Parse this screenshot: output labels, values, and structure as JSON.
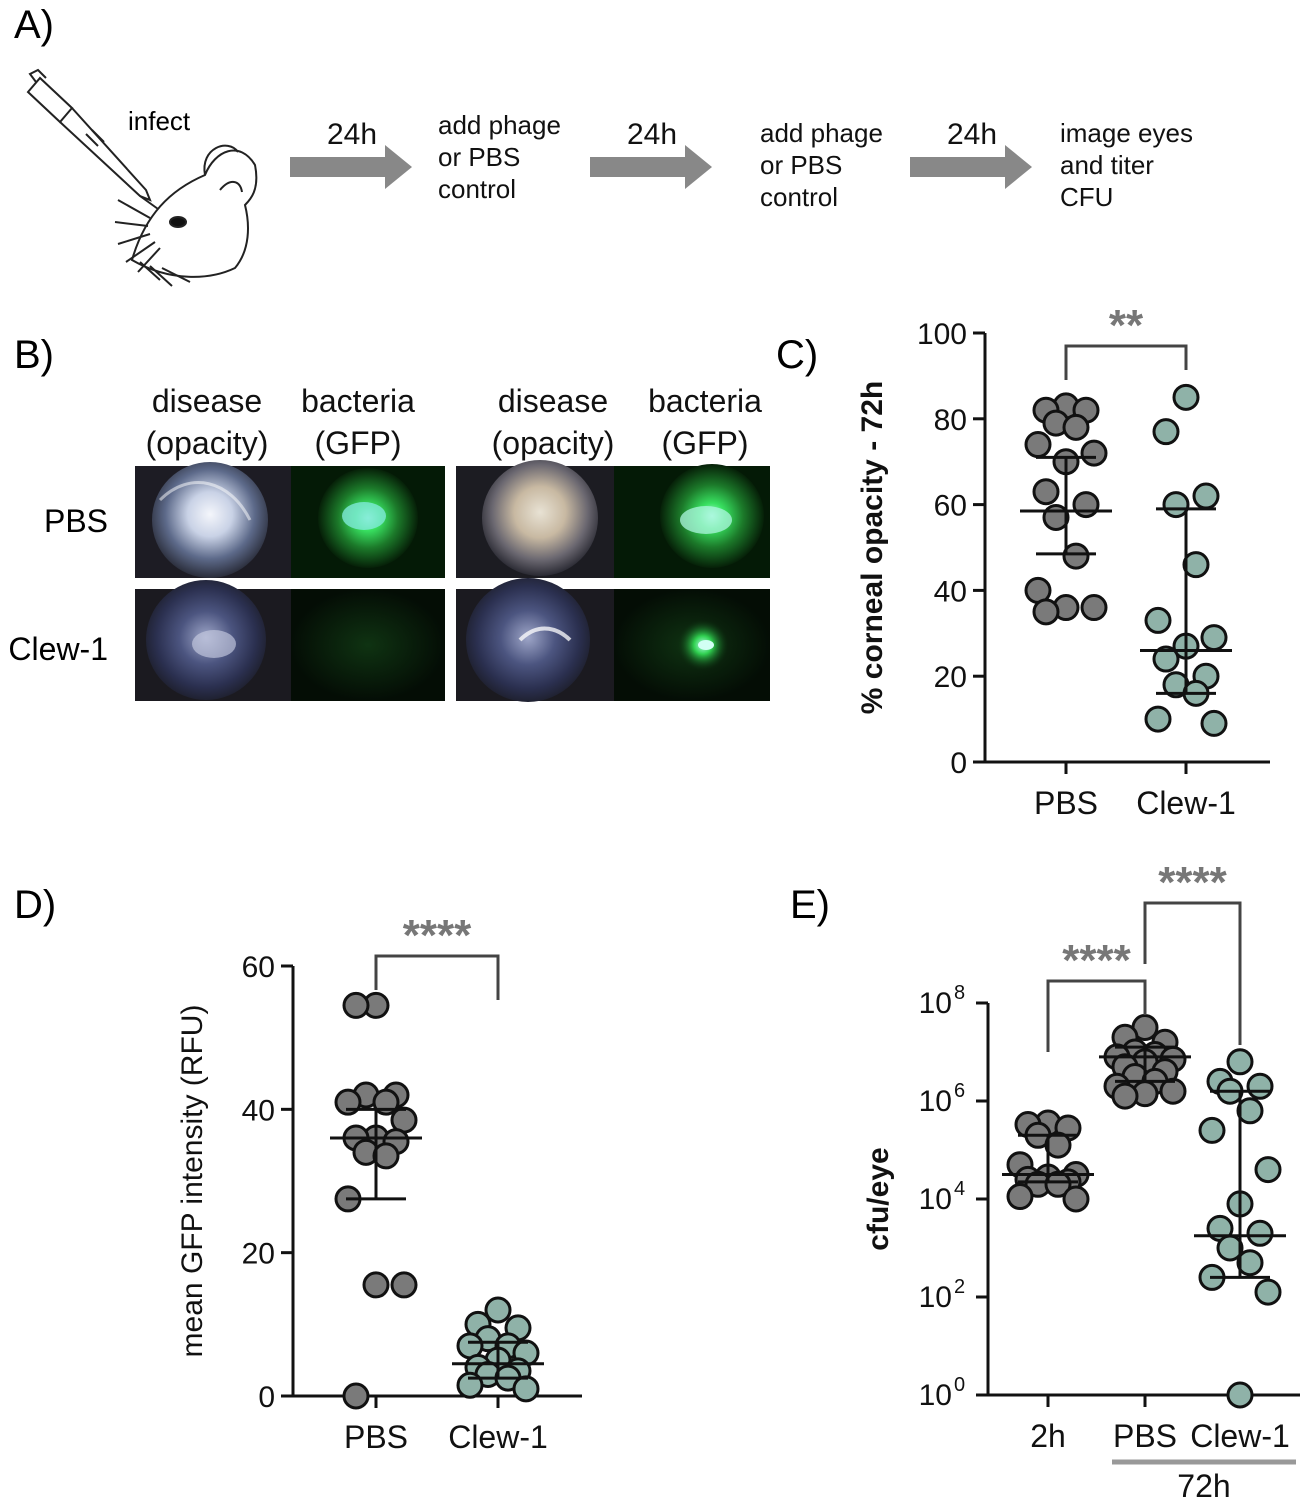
{
  "colors": {
    "pbs_fill": "#7a7a7a",
    "clew_fill": "#8fb2a8",
    "arrow": "#888888",
    "sig": "#777777",
    "axis": "#111111"
  },
  "panelA": {
    "label": "A)",
    "infect": "infect",
    "steps": [
      {
        "arrow": "24h",
        "text": [
          "add phage",
          "or PBS",
          "control"
        ]
      },
      {
        "arrow": "24h",
        "text": [
          "add phage",
          "or PBS",
          "control"
        ]
      },
      {
        "arrow": "24h",
        "text": [
          "image eyes",
          "and titer",
          "CFU"
        ]
      }
    ]
  },
  "panelB": {
    "label": "B)",
    "columns": [
      [
        "disease",
        "(opacity)"
      ],
      [
        "bacteria",
        "(GFP)"
      ],
      [
        "disease",
        "(opacity)"
      ],
      [
        "bacteria",
        "(GFP)"
      ]
    ],
    "rows": [
      "PBS",
      "Clew-1"
    ]
  },
  "chart_data": [
    {
      "panel": "C)",
      "type": "scatter",
      "ylabel": "% corneal opacity - 72h",
      "ylim": [
        0,
        100
      ],
      "yticks": [
        "0",
        "20",
        "40",
        "60",
        "80",
        "100"
      ],
      "categories": [
        "PBS",
        "Clew-1"
      ],
      "series": [
        {
          "category": "PBS",
          "values": [
            83,
            82,
            82,
            79,
            78,
            74,
            72,
            70,
            63,
            60,
            57,
            48,
            40,
            36,
            36,
            35
          ],
          "median": 58.5,
          "q1": 48.5,
          "q3": 71
        },
        {
          "category": "Clew-1",
          "values": [
            85,
            77,
            62,
            60,
            46,
            33,
            29,
            27,
            24,
            20,
            18,
            16,
            10,
            9
          ],
          "median": 26,
          "q1": 16,
          "q3": 59
        }
      ],
      "significance": "**"
    },
    {
      "panel": "D)",
      "type": "scatter",
      "ylabel": "mean GFP intensity (RFU)",
      "ylim": [
        0,
        60
      ],
      "yticks": [
        "0",
        "20",
        "40",
        "60"
      ],
      "categories": [
        "PBS",
        "Clew-1"
      ],
      "series": [
        {
          "category": "PBS",
          "values": [
            54.5,
            54.5,
            42,
            42,
            41,
            41,
            38.5,
            36,
            36,
            35.5,
            34,
            33.5,
            27.5,
            15.5,
            15.5,
            0
          ],
          "median": 36,
          "q1": 27.5,
          "q3": 40
        },
        {
          "category": "Clew-1",
          "values": [
            12,
            10,
            9.5,
            8,
            7,
            7,
            6,
            5,
            4,
            3.5,
            3,
            2.5,
            1.5,
            1
          ],
          "median": 4.5,
          "q1": 2.5,
          "q3": 7.5
        }
      ],
      "significance": "****"
    },
    {
      "panel": "E)",
      "type": "scatter",
      "ylabel": "cfu/eye",
      "yscale": "log",
      "ylim_exponent": [
        0,
        8
      ],
      "yticks": [
        {
          "base": "10",
          "exp": "0"
        },
        {
          "base": "10",
          "exp": "2"
        },
        {
          "base": "10",
          "exp": "4"
        },
        {
          "base": "10",
          "exp": "6"
        },
        {
          "base": "10",
          "exp": "8"
        }
      ],
      "categories": [
        "2h",
        "PBS",
        "Clew-1"
      ],
      "group_label": "72h",
      "series": [
        {
          "category": "2h",
          "log10_values": [
            5.55,
            5.52,
            5.45,
            5.3,
            5.1,
            4.7,
            4.5,
            4.45,
            4.4,
            4.35,
            4.3,
            4.3,
            4.05,
            4.0
          ],
          "log10_median": 4.5,
          "log10_q1": 4.35,
          "log10_q3": 5.3
        },
        {
          "category": "PBS",
          "log10_values": [
            7.5,
            7.3,
            7.2,
            7.0,
            6.95,
            6.9,
            6.85,
            6.8,
            6.7,
            6.6,
            6.5,
            6.4,
            6.3,
            6.2,
            6.15,
            6.1
          ],
          "log10_median": 6.9,
          "log10_q1": 6.4,
          "log10_q3": 7.1
        },
        {
          "category": "Clew-1",
          "log10_values": [
            6.8,
            6.4,
            6.3,
            6.2,
            5.8,
            5.4,
            4.6,
            3.9,
            3.4,
            3.3,
            3.0,
            2.7,
            2.4,
            2.1,
            0
          ],
          "log10_median": 3.25,
          "log10_q1": 2.4,
          "log10_q3": 6.2
        }
      ],
      "significance": [
        "****",
        "****"
      ]
    }
  ]
}
